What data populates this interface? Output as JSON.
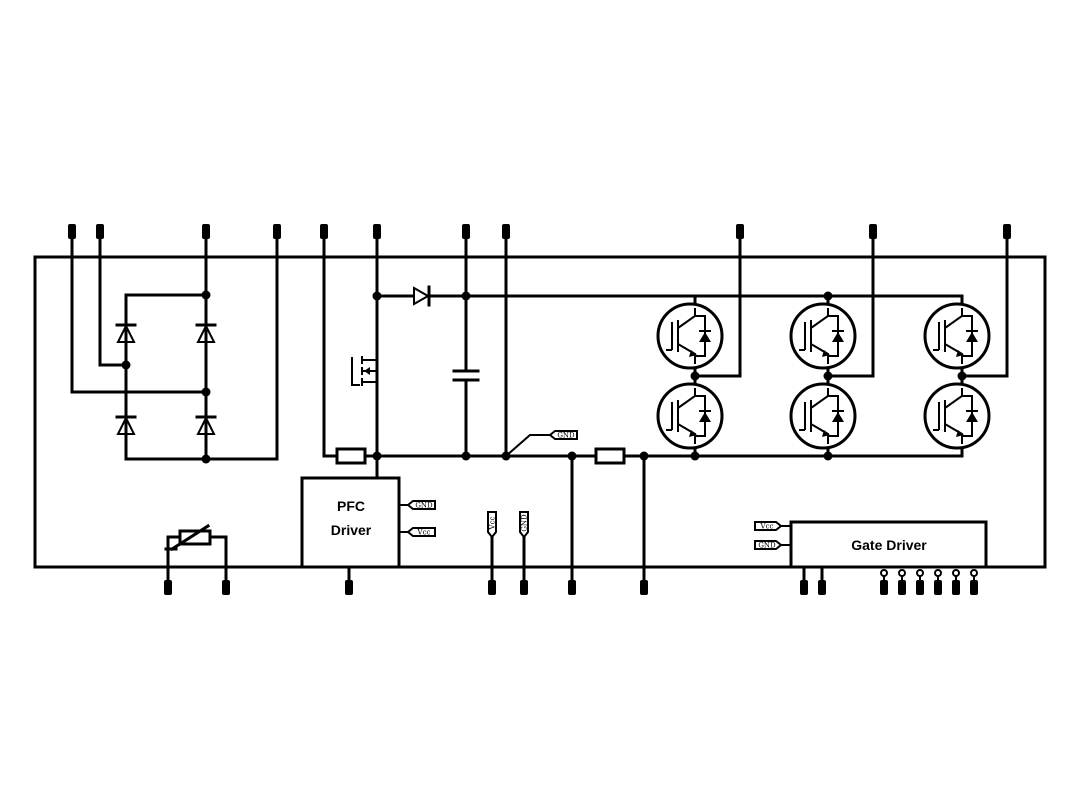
{
  "blocks": {
    "pfc_driver_line1": "PFC",
    "pfc_driver_line2": "Driver",
    "gate_driver": "Gate Driver"
  },
  "tags": {
    "gnd": "GND",
    "vcc": "Vcc"
  }
}
